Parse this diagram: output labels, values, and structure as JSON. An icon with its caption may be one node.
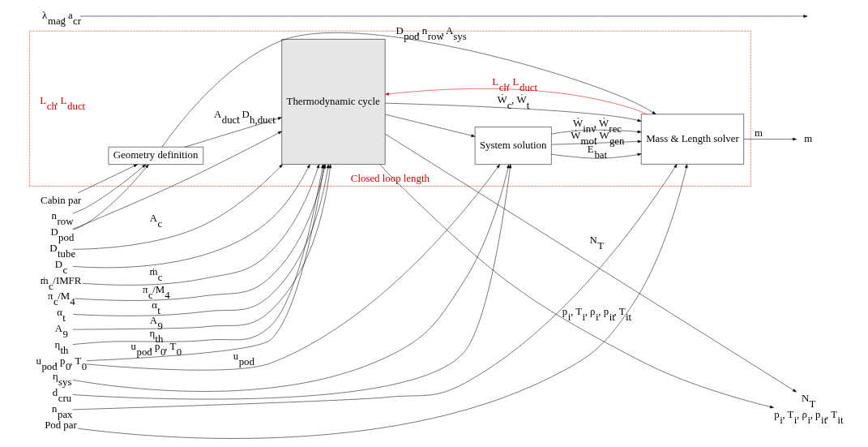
{
  "diagram": {
    "nodes": [
      {
        "text": [
          "Closed loop length"
        ]
      },
      {
        "text": [
          "λ$_{mag}$, a$_{cr}$"
        ]
      },
      {
        "text": [
          "N$_{T}$"
        ]
      },
      {
        "text": [
          "p$_{i}$, T$_{i}$, ρ$_{i}$, p$_{it}$, T$_{it}$"
        ]
      },
      {
        "text": [
          "m"
        ]
      },
      {
        "text": [
          "D$_{tube}$"
        ]
      },
      {
        "text": [
          "D$_{c}$"
        ]
      },
      {
        "text": [
          "D$_{pod}$"
        ]
      },
      {
        "text": [
          "n$_{row}$"
        ]
      },
      {
        "text": [
          "Cabin par"
        ]
      },
      {
        "text": [
          "Geometry definition"
        ],
        "in": 0
      },
      {
        "text": [
          "Thermodynamic cycle"
        ],
        "in": 0
      },
      {
        "text": [
          "u$_{pod}$, p$_{0}$, T$_{0}$"
        ]
      },
      {
        "text": [
          "ṁ$_{c}$/IMFR"
        ]
      },
      {
        "text": [
          "π$_{c}$/M$_{4}$"
        ]
      },
      {
        "text": [
          "α$_{t}$"
        ]
      },
      {
        "text": [
          "A$_{9}$"
        ]
      },
      {
        "text": [
          "η$_{th}$"
        ]
      },
      {
        "text": [
          "η$_{sys}$"
        ]
      },
      {
        "text": [
          "d$_{cru}$"
        ]
      },
      {
        "text": [
          "n$_{pax}$"
        ]
      },
      {
        "text": [
          "Pod par"
        ]
      },
      {
        "text": [
          "Mass & Length solver"
        ],
        "in": 0
      },
      {
        "text": [
          "System solution"
        ],
        "in": 0
      }
    ],
    "edges": [
      {
        "from": 1,
        "to": null,
        "arrow": "to"
      },
      {
        "from": 5,
        "to": 11,
        "arrow": "to",
        "label": "A$_{c}$"
      },
      {
        "from": 6,
        "to": 11,
        "arrow": "to"
      },
      {
        "from": 7,
        "to": 11,
        "arrow": "to"
      },
      {
        "from": 7,
        "to": 10,
        "arrow": "to"
      },
      {
        "from": 8,
        "to": 10,
        "arrow": "to"
      },
      {
        "from": 9,
        "to": 10,
        "arrow": "to"
      },
      {
        "from": 10,
        "to": 22,
        "arrow": "to",
        "label": "D$_{pod}$, n$_{row}$, A$_{sys}$"
      },
      {
        "from": 10,
        "to": 11,
        "arrow": "to",
        "label": "A$_{duct}$, D$_{h,duct}$"
      },
      {
        "from": 12,
        "to": 11,
        "arrow": "to",
        "label": "u$_{pod}$, p$_{0}$, T$_{0}$"
      },
      {
        "from": 12,
        "to": 23,
        "arrow": "to",
        "label": "u$_{pod}$"
      },
      {
        "from": 13,
        "to": 11,
        "arrow": "to",
        "label": "ṁ$_{c}$"
      },
      {
        "from": 14,
        "to": 11,
        "arrow": "to",
        "label": "π$_{c}$/M$_{4}$"
      },
      {
        "from": 15,
        "to": 11,
        "arrow": "to",
        "label": "α$_{t}$"
      },
      {
        "from": 16,
        "to": 11,
        "arrow": "to",
        "label": "A$_{9}$"
      },
      {
        "from": 22,
        "to": 11,
        "arrow": "to",
        "label": "L$_{ch}$, L$_{duct}$",
        "color": "#cc0000"
      },
      {
        "from": 17,
        "to": 11,
        "arrow": "to",
        "label": "η$_{th}$"
      },
      {
        "from": 11,
        "to": 3,
        "arrow": "to",
        "label": "p$_{i}$, T$_{i}$, ρ$_{i}$, p$_{it}$, T$_{it}$"
      },
      {
        "from": 11,
        "to": 2,
        "arrow": "to",
        "label": "N$_{T}$"
      },
      {
        "from": 11,
        "to": 22,
        "arrow": "to",
        "label": "Ẇ$_{c}$, Ẇ$_{t}$"
      },
      {
        "from": 11,
        "to": 23,
        "arrow": "to"
      },
      {
        "from": 18,
        "to": 23,
        "arrow": "to"
      },
      {
        "from": 19,
        "to": 23,
        "arrow": "to"
      },
      {
        "from": 20,
        "to": 22,
        "arrow": "to"
      },
      {
        "from": 21,
        "to": 22,
        "arrow": "to"
      },
      {
        "from": 23,
        "to": 22,
        "arrow": "to",
        "label": "E$_{bat}$"
      },
      {
        "from": 23,
        "to": 22,
        "arrow": "to",
        "label": "Ẇ$_{mot}$, Ẇ$_{gen}$"
      },
      {
        "from": 23,
        "to": 22,
        "arrow": "to",
        "label": "Ẇ$_{inv}$, Ẇ$_{rec}$"
      },
      {
        "from": 22,
        "to": 4,
        "arrow": "to",
        "label": "m"
      }
    ],
    "labels": [
      "L$_{ch}$, L$_{duct}$"
    ]
  }
}
